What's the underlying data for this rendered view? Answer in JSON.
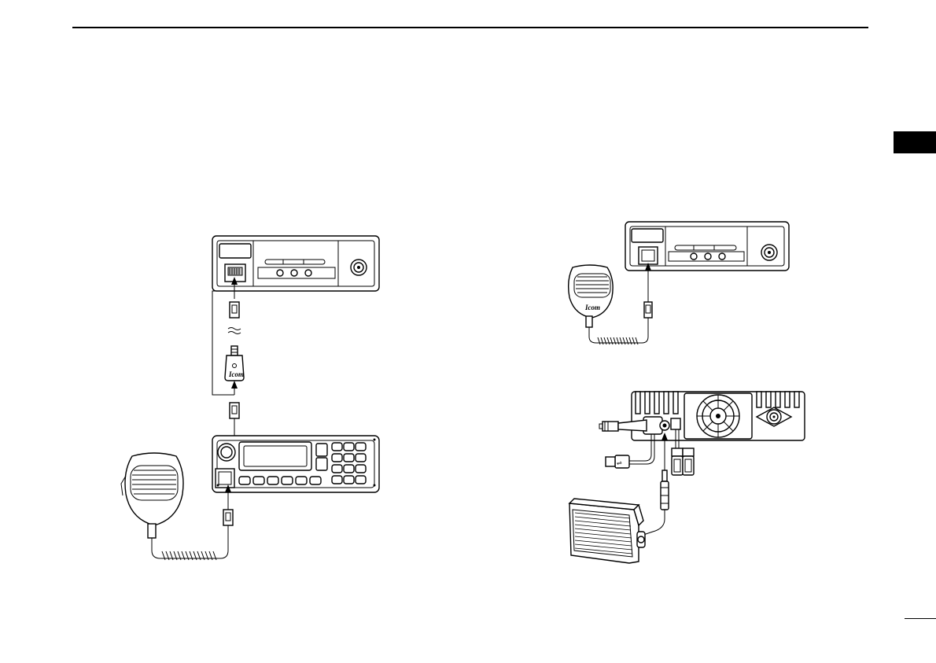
{
  "page": {
    "logos": {
      "mic_logo_left": "Icom",
      "mic_logo_right": "Icom"
    }
  },
  "figures": {
    "left": "remote-controller-separation-connection",
    "top_right": "microphone-connection",
    "bottom_right": "rear-panel-connection"
  }
}
